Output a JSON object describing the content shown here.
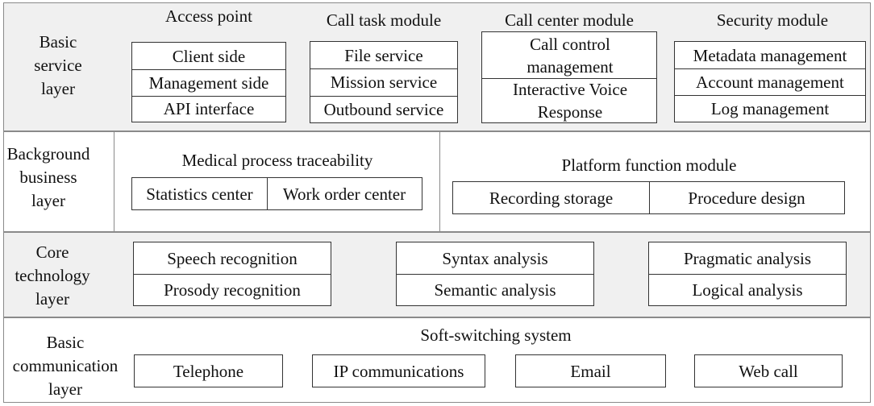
{
  "layers": {
    "basic_service": {
      "label": [
        "Basic",
        "service",
        "layer"
      ],
      "access_point": {
        "title": "Access point",
        "items": [
          "Client side",
          "Management side",
          "API interface"
        ]
      },
      "call_task": {
        "title": "Call task module",
        "items": [
          "File service",
          "Mission service",
          "Outbound service"
        ]
      },
      "call_center": {
        "title": "Call center module",
        "items": [
          "Call control management",
          "Interactive Voice Response"
        ]
      },
      "security": {
        "title": "Security module",
        "items": [
          "Metadata management",
          "Account management",
          "Log management"
        ]
      }
    },
    "background_business": {
      "label": [
        "Background",
        "business",
        "layer"
      ],
      "medical": {
        "title": "Medical process traceability",
        "items": [
          "Statistics center",
          "Work order center"
        ]
      },
      "platform": {
        "title": "Platform function module",
        "items": [
          "Recording storage",
          "Procedure design"
        ]
      }
    },
    "core_technology": {
      "label": [
        "Core",
        "technology",
        "layer"
      ],
      "groups": [
        [
          "Speech recognition",
          "Prosody recognition"
        ],
        [
          "Syntax analysis",
          "Semantic analysis"
        ],
        [
          "Pragmatic analysis",
          "Logical analysis"
        ]
      ]
    },
    "basic_communication": {
      "label": [
        "Basic",
        "communication",
        "layer"
      ],
      "title": "Soft-switching system",
      "items": [
        "Telephone",
        "IP communications",
        "Email",
        "Web call"
      ]
    }
  }
}
